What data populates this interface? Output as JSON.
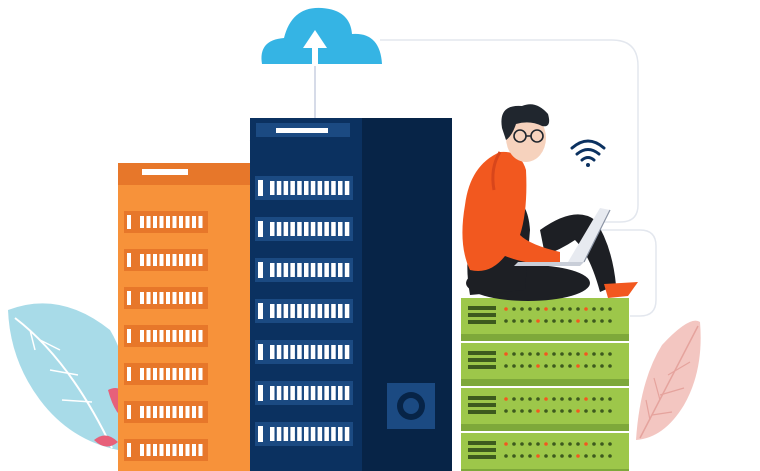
{
  "scene": {
    "colors": {
      "background": "#ffffff",
      "cloud": "#35b4e4",
      "rack_navy": "#0b3160",
      "rack_navy_dark": "#072447",
      "rack_orange": "#f7923a",
      "rack_orange_dark": "#e7772a",
      "server_green": "#9dc74a",
      "server_green_dark": "#3d5a1e",
      "hoodie": "#f2581f",
      "pants": "#1d1f24",
      "hair": "#20262e",
      "skin": "#f6d2bd",
      "plant_blue": "#a8dbe8",
      "plant_red": "#e7607a",
      "plant_pink": "#f3c6c1",
      "cable": "#e3e7ee"
    },
    "icons": [
      "cloud-upload-icon",
      "wifi-icon",
      "laptop-icon",
      "fan-icon"
    ],
    "orange_rack_slots": 7,
    "navy_rack_slots": 7,
    "green_server_units": 4
  }
}
